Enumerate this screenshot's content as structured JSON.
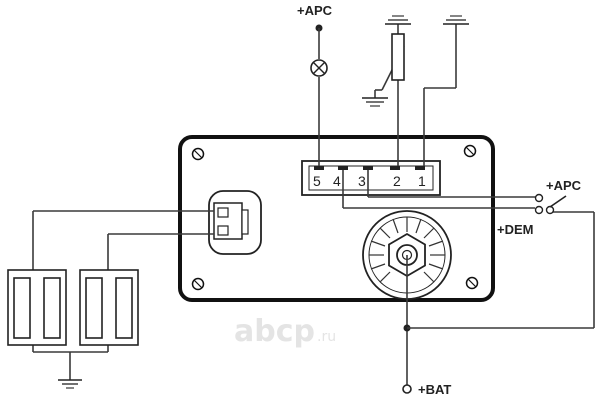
{
  "labels": {
    "apc_top": "+APC",
    "apc_right": "+APC",
    "dem": "+DEM",
    "bat": "+BAT"
  },
  "connector_pins": [
    "5",
    "4",
    "3",
    "2",
    "1"
  ],
  "watermark": {
    "brand": "abcp",
    "domain": ".ru"
  },
  "colors": {
    "line": "#3a3a3a",
    "outline": "#111111",
    "background": "#ffffff"
  },
  "icons": {
    "lamp": "lamp-icon",
    "ground": "ground-icon",
    "switch": "switch-icon",
    "screw": "screw-icon"
  }
}
